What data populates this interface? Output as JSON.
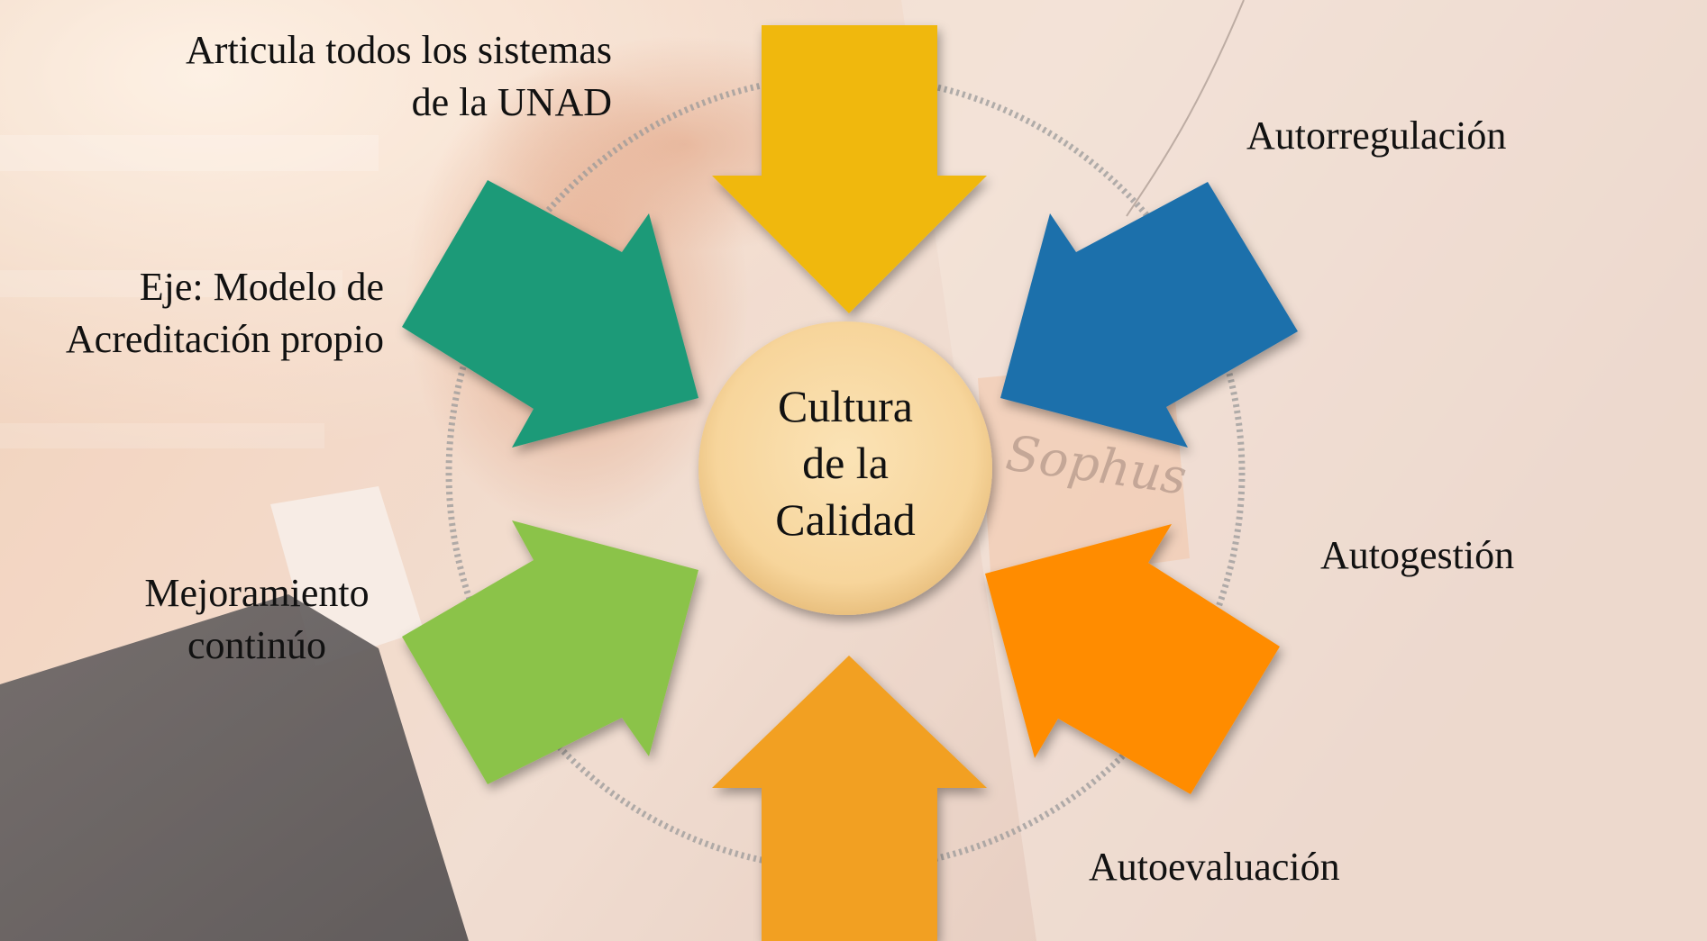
{
  "center": {
    "text_lines": [
      "Cultura",
      "de la",
      "Calidad"
    ]
  },
  "labels": {
    "top_left": [
      "Articula todos los sistemas",
      "de la UNAD"
    ],
    "left_upper": [
      "Eje:  Modelo de",
      "Acreditación propio"
    ],
    "left_lower": [
      "Mejoramiento",
      "continúo"
    ],
    "right_upper": "Autorregulación",
    "right_middle": "Autogestión",
    "bottom_right": "Autoevaluación"
  },
  "background": {
    "handwritten_note": "Sophus"
  },
  "colors": {
    "arrow_top": "#F0B80E",
    "arrow_upper_left": "#1E9A78",
    "arrow_upper_right": "#1F6FAB",
    "arrow_lower_left": "#8BC34A",
    "arrow_lower_right": "#FF8C00",
    "arrow_bottom": "#F2A020",
    "center_circle": "#F8D9A0",
    "ring": "#9A9A9A"
  }
}
